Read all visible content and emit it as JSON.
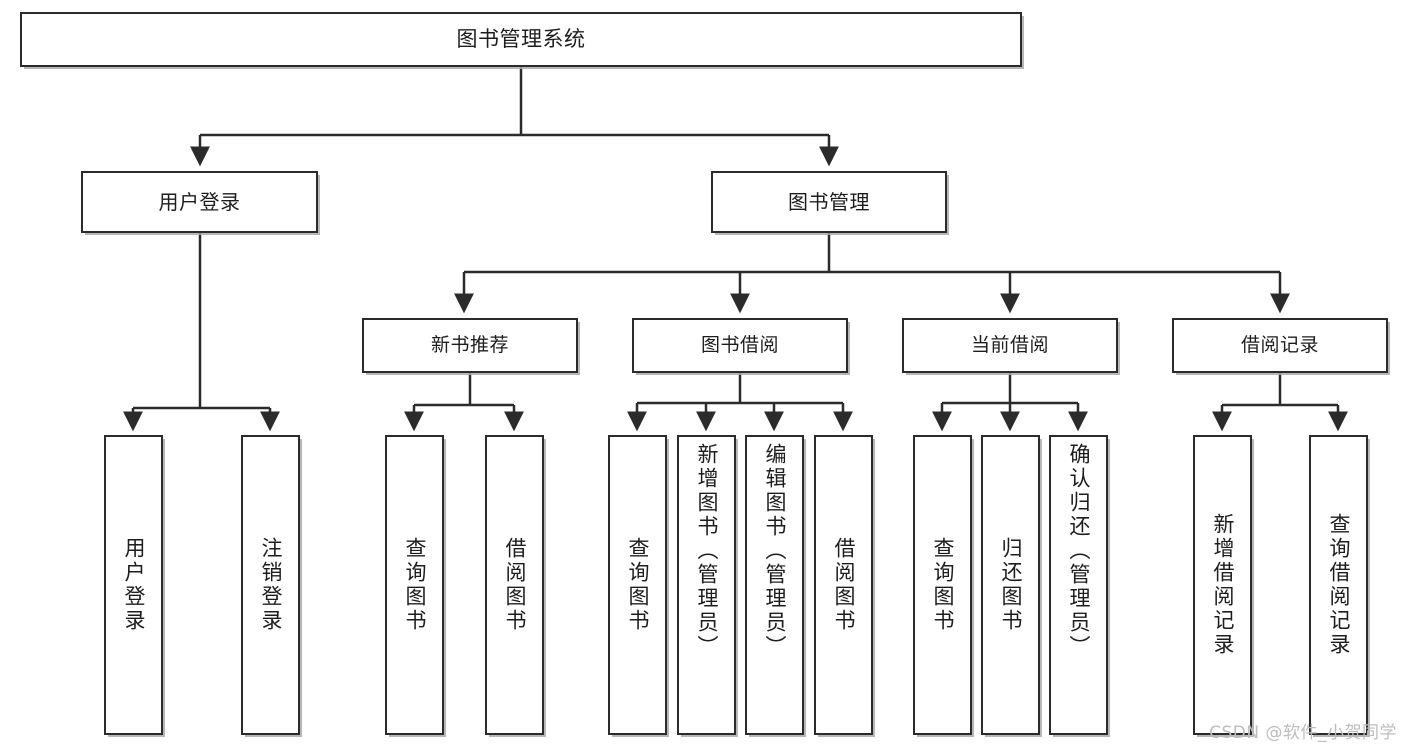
{
  "diagram": {
    "title": "图书管理系统",
    "type": "tree-hierarchy-diagram",
    "root": {
      "label": "图书管理系统"
    },
    "level1": [
      {
        "label": "用户登录"
      },
      {
        "label": "图书管理"
      }
    ],
    "level2": [
      {
        "label": "新书推荐"
      },
      {
        "label": "图书借阅"
      },
      {
        "label": "当前借阅"
      },
      {
        "label": "借阅记录"
      }
    ],
    "leaves": {
      "user_login": [
        {
          "label": "用户登录"
        },
        {
          "label": "注销登录"
        }
      ],
      "new_book_recommend": [
        {
          "label": "查询图书"
        },
        {
          "label": "借阅图书"
        }
      ],
      "book_borrow": [
        {
          "label": "查询图书"
        },
        {
          "label": "新增图书（管理员）"
        },
        {
          "label": "编辑图书（管理员）"
        },
        {
          "label": "借阅图书"
        }
      ],
      "current_borrow": [
        {
          "label": "查询图书"
        },
        {
          "label": "归还图书"
        },
        {
          "label": "确认归还（管理员）"
        }
      ],
      "borrow_record": [
        {
          "label": "新增借阅记录"
        },
        {
          "label": "查询借阅记录"
        }
      ]
    }
  },
  "watermark": {
    "text": "CSDN @软件_小贺同学"
  },
  "colors": {
    "stroke": "#2b2b2b",
    "fill": "#ffffff",
    "text": "#1d1d1d",
    "shadow": "#aaaaaa",
    "watermark": "#bdbdbd"
  }
}
